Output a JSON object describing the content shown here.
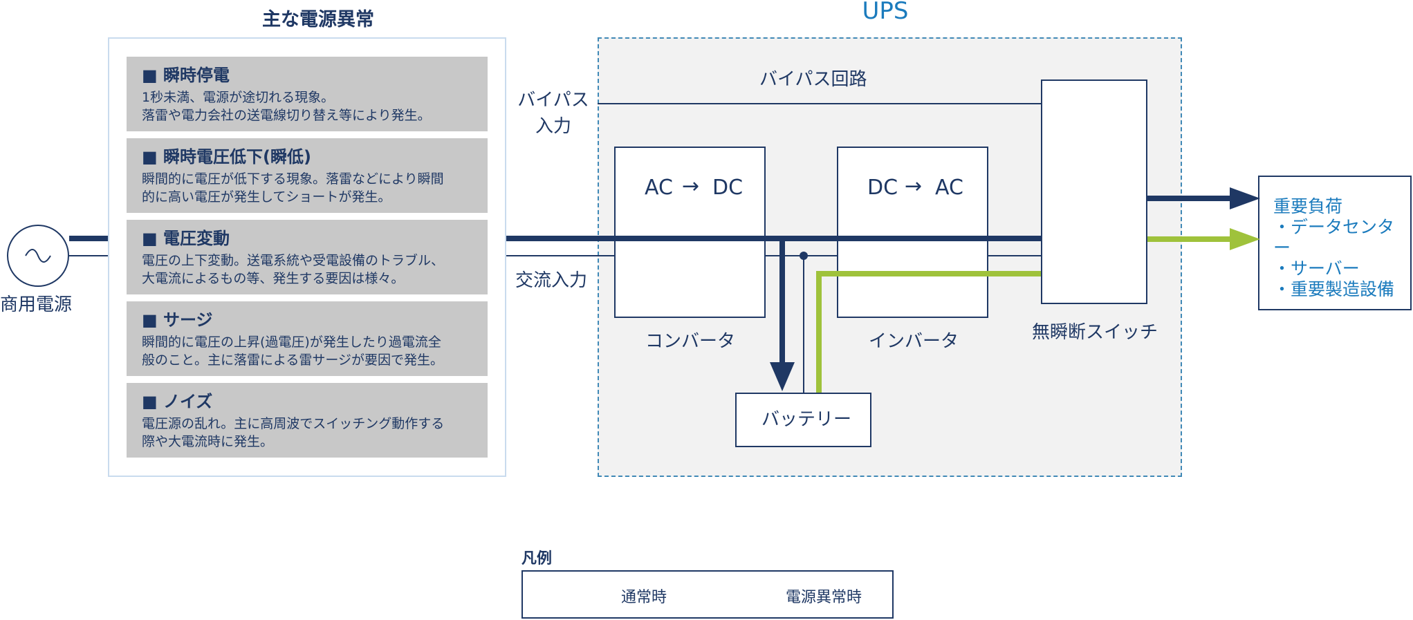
{
  "left_section": {
    "title": "主な電源異常",
    "cards": [
      {
        "title": "■ 瞬時停電",
        "desc": "1秒未満、電源が途切れる現象。\n落雷や電力会社の送電線切り替え等により発生。"
      },
      {
        "title": "■ 瞬時電圧低下(瞬低)",
        "desc": "瞬間的に電圧が低下する現象。落雷などにより瞬間\n的に高い電圧が発生してショートが発生。"
      },
      {
        "title": "■ 電圧変動",
        "desc": "電圧の上下変動。送電系統や受電設備のトラブル、\n大電流によるもの等、発生する要因は様々。"
      },
      {
        "title": "■ サージ",
        "desc": "瞬間的に電圧の上昇(過電圧)が発生したり過電流全\n般のこと。主に落雷による雷サージが要因で発生。"
      },
      {
        "title": "■ ノイズ",
        "desc": "電圧源の乱れ。主に高周波でスイッチング動作する\n際や大電流時に発生。"
      }
    ]
  },
  "source": {
    "symbol": "~",
    "label": "商用電源"
  },
  "ups": {
    "title": "UPS",
    "bypass_circuit": "バイパス回路",
    "bypass_input": "バイパス\n入力",
    "ac_input": "交流入力",
    "converter": {
      "text_left": "AC",
      "text_right": "DC",
      "label": "コンバータ"
    },
    "inverter": {
      "text_left": "DC",
      "text_right": "AC",
      "label": "インバータ"
    },
    "switch_label": "無瞬断スイッチ",
    "battery": "バッテリー",
    "arrow_glyph": "→"
  },
  "load": {
    "text": "重要負荷\n・データセンター\n・サーバー\n・重要製造設備"
  },
  "legend": {
    "title": "凡例",
    "normal": "通常時",
    "abnormal": "電源異常時"
  },
  "colors": {
    "normal": "#1f3864",
    "abnormal": "#9fc23b",
    "accent": "#1b7bbd"
  }
}
